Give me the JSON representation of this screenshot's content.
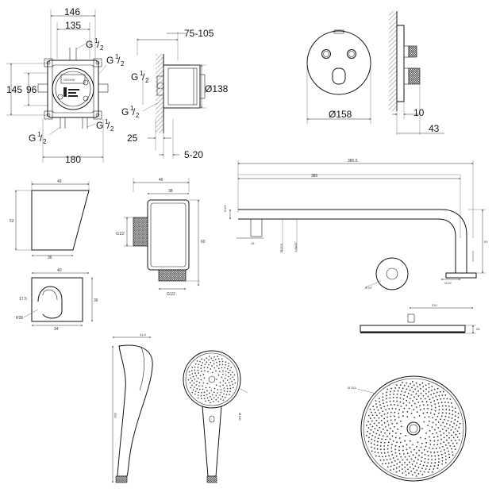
{
  "sheet": {
    "valve_front": {
      "width_outer": "146",
      "width_inner": "135",
      "height_outer": "145",
      "height_inner": "96",
      "width_bottom": "180",
      "thread": "G",
      "thread_sup": "1",
      "thread_sub": "2",
      "logo": "GROHE"
    },
    "valve_side": {
      "depth_range": "75-105",
      "diameter": "Ø138",
      "depth_bottom": "25",
      "offset": "5-20",
      "thread": "G",
      "thread_sup": "1",
      "thread_sub": "2"
    },
    "trim_plate": {
      "diameter": "Ø158",
      "thickness": "10",
      "depth": "43"
    },
    "holder": {
      "top": "49",
      "height": "52",
      "bottom": "36",
      "width_low": "40",
      "height_low": "36",
      "depth_low": "34",
      "dim_a": "17.5",
      "dim_b": "R36"
    },
    "elbow": {
      "width": "46",
      "inner": "38",
      "height": "60",
      "thread_left": "G1/2",
      "thread_bottom": "G1/2"
    },
    "arm": {
      "length_total": "380.5",
      "length_inner": "380",
      "thread": "G1/2",
      "dim_15": "15",
      "dim_d": "Ø23.6",
      "dim_a": "1.6x45°",
      "height": "93",
      "flange": "Ø 57",
      "dim_bottom": "G1/2"
    },
    "hand_shower": {
      "head_width": "41.5",
      "length": "250",
      "head_diameter": "Ø130"
    },
    "rain_shower": {
      "width": "310",
      "height": "28",
      "diameter": "Ø 310"
    }
  }
}
